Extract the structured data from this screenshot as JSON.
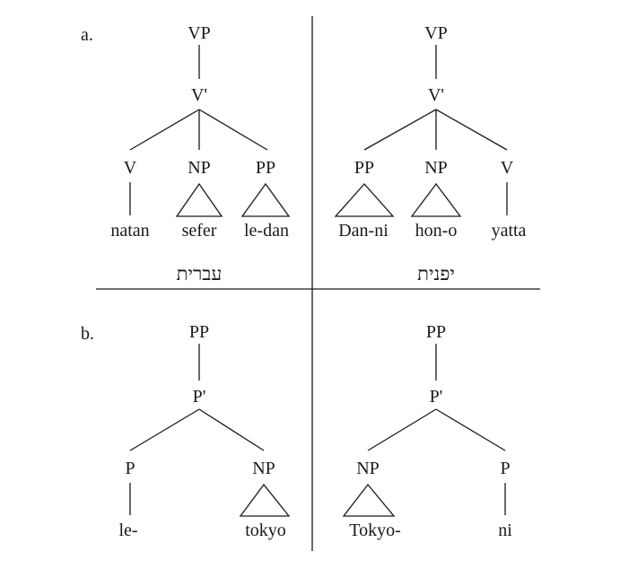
{
  "panels": {
    "a": {
      "label": "a.",
      "hebrew": {
        "root": "VP",
        "bar": "V'",
        "children": [
          "V",
          "NP",
          "PP"
        ],
        "leaves": [
          "natan",
          "sefer",
          "le-dan"
        ],
        "language": "עברית"
      },
      "japanese": {
        "root": "VP",
        "bar": "V'",
        "children": [
          "PP",
          "NP",
          "V"
        ],
        "leaves": [
          "Dan-ni",
          "hon-o",
          "yatta"
        ],
        "language": "יפנית"
      }
    },
    "b": {
      "label": "b.",
      "hebrew": {
        "root": "PP",
        "bar": "P'",
        "children": [
          "P",
          "NP"
        ],
        "leaves": [
          "le-",
          "tokyo"
        ]
      },
      "japanese": {
        "root": "PP",
        "bar": "P'",
        "children": [
          "NP",
          "P"
        ],
        "leaves": [
          "Tokyo-",
          "ni"
        ]
      }
    }
  }
}
